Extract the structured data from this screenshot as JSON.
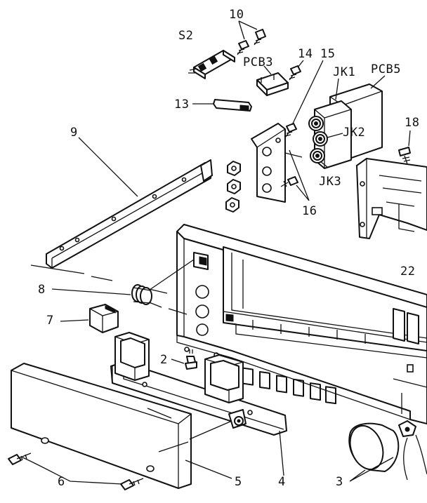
{
  "labels": {
    "s2": "S2",
    "p10": "10",
    "p14": "14",
    "p15": "15",
    "pcb3": "PCB3",
    "jk1": "JK1",
    "pcb5": "PCB5",
    "p13": "13",
    "jk2": "JK2",
    "p9": "9",
    "p18": "18",
    "jk3": "JK3",
    "p16": "16",
    "p22": "22",
    "p8": "8",
    "p7": "7",
    "p2": "2",
    "p6": "6",
    "p5": "5",
    "p4": "4",
    "p3": "3"
  }
}
